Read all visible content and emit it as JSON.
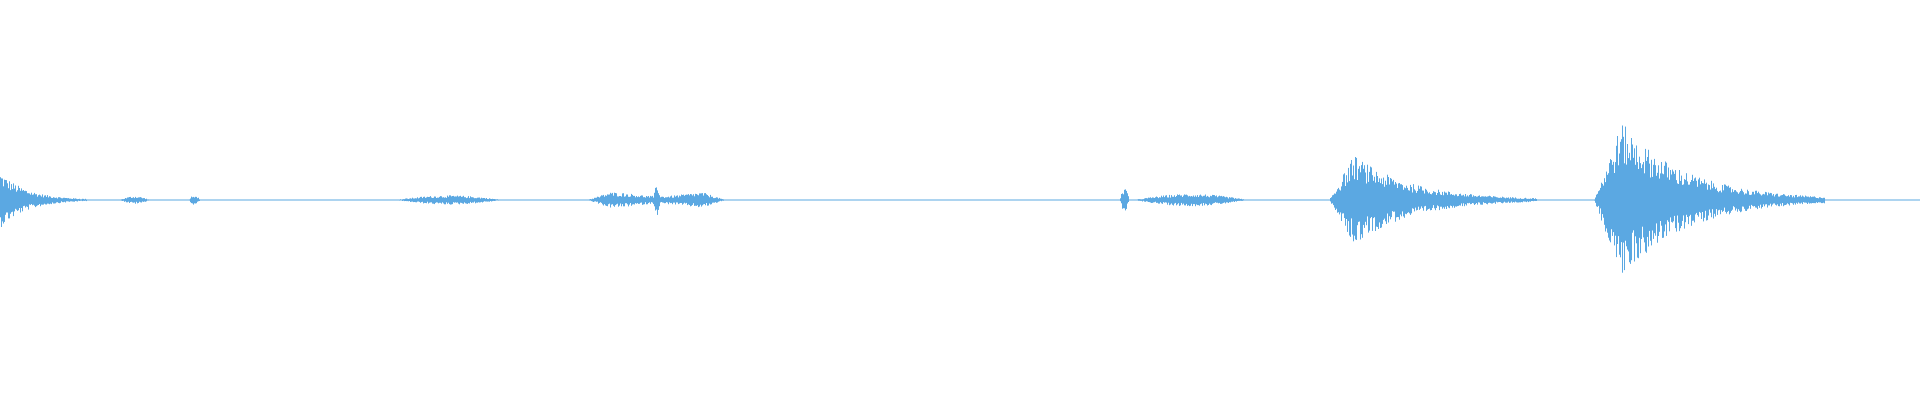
{
  "waveform": {
    "color": "#5ba8e2",
    "background": "#ffffff",
    "duration_fraction_visible": 1.0,
    "segments": [
      {
        "start": 0.0,
        "end": 0.045,
        "peak": 0.36,
        "shape": "decay"
      },
      {
        "start": 0.062,
        "end": 0.078,
        "peak": 0.05,
        "shape": "hump"
      },
      {
        "start": 0.098,
        "end": 0.104,
        "peak": 0.07,
        "shape": "hump"
      },
      {
        "start": 0.205,
        "end": 0.262,
        "peak": 0.06,
        "shape": "hump"
      },
      {
        "start": 0.305,
        "end": 0.378,
        "peak": 0.1,
        "shape": "plateau"
      },
      {
        "start": 0.34,
        "end": 0.344,
        "peak": 0.2,
        "shape": "spike"
      },
      {
        "start": 0.583,
        "end": 0.588,
        "peak": 0.16,
        "shape": "spike"
      },
      {
        "start": 0.59,
        "end": 0.65,
        "peak": 0.08,
        "shape": "hump"
      },
      {
        "start": 0.692,
        "end": 0.8,
        "peak": 0.58,
        "shape": "attack-decay"
      },
      {
        "start": 0.83,
        "end": 0.95,
        "peak": 1.0,
        "shape": "attack-decay"
      }
    ],
    "noise_floor": 0.006
  }
}
